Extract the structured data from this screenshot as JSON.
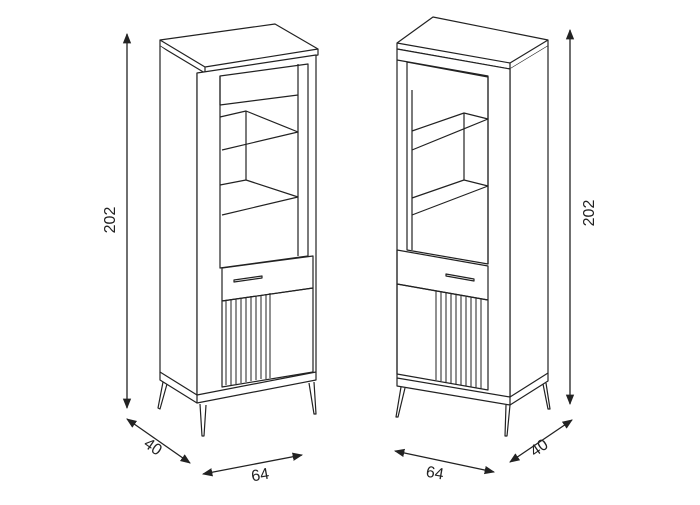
{
  "dimensions": {
    "left_height": "202",
    "left_depth": "40",
    "left_width": "64",
    "right_height": "202",
    "right_depth": "40",
    "right_width": "64"
  },
  "colors": {
    "stroke": "#222222",
    "background": "#ffffff"
  }
}
